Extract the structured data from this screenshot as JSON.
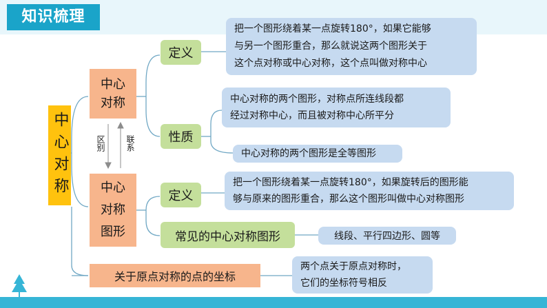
{
  "header": {
    "title": "知识梳理"
  },
  "root": {
    "label": "中心对称"
  },
  "central_symmetry": {
    "label": "中心\n对称",
    "definition": {
      "label": "定义",
      "text": "把一个图形绕着某一点旋转180°，如果它能够\n与另一个图形重合，那么就说这两个图形关于\n这个点对称或中心对称，这个点叫做对称中心"
    },
    "property": {
      "label": "性质",
      "text1": "中心对称的两个图形，对称点所连线段都\n经过对称中心，而且被对称中心所平分",
      "text2": "中心对称的两个图形是全等图形"
    }
  },
  "relation": {
    "difference": "区别",
    "connection": "联系"
  },
  "central_symmetric_figure": {
    "label": "中心\n对称\n图形",
    "definition": {
      "label": "定义",
      "text": "把一个图形绕着某一点旋转180°，如果旋转后的图形能\n够与原来的图形重合，那么这个图形叫做中心对称图形"
    },
    "common": {
      "label": "常见的中心对称图形",
      "text": "线段、平行四边形、圆等"
    }
  },
  "origin": {
    "label": "关于原点对称的点的坐标",
    "text": "两个点关于原点对称时，\n它们的坐标符号相反"
  },
  "colors": {
    "header": "#1aa4c9",
    "yellow": "#ffc20e",
    "orange": "#f7b58c",
    "green": "#c4df9b",
    "blue": "#c6daf0"
  }
}
